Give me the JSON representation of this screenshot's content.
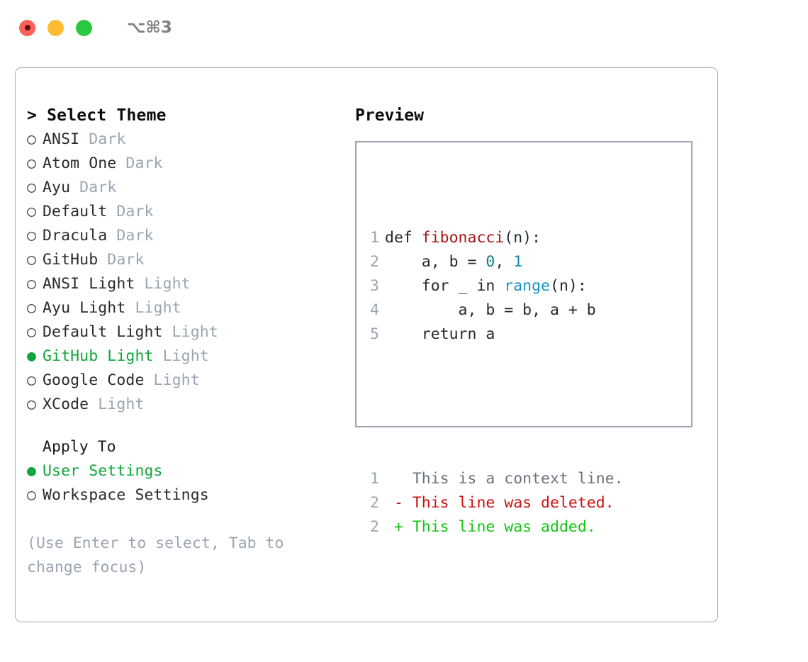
{
  "window": {
    "traffic_lights": [
      "close",
      "minimize",
      "maximize"
    ],
    "shortcut": "⌥⌘3"
  },
  "theme_picker": {
    "title": "> Select Theme",
    "options": [
      {
        "bullet": "○",
        "name": "ANSI",
        "tag": "Dark",
        "selected": false
      },
      {
        "bullet": "○",
        "name": "Atom One",
        "tag": "Dark",
        "selected": false
      },
      {
        "bullet": "○",
        "name": "Ayu",
        "tag": "Dark",
        "selected": false
      },
      {
        "bullet": "○",
        "name": "Default",
        "tag": "Dark",
        "selected": false
      },
      {
        "bullet": "○",
        "name": "Dracula",
        "tag": "Dark",
        "selected": false
      },
      {
        "bullet": "○",
        "name": "GitHub",
        "tag": "Dark",
        "selected": false
      },
      {
        "bullet": "○",
        "name": "ANSI Light",
        "tag": "Light",
        "selected": false
      },
      {
        "bullet": "○",
        "name": "Ayu Light",
        "tag": "Light",
        "selected": false
      },
      {
        "bullet": "○",
        "name": "Default Light",
        "tag": "Light",
        "selected": false
      },
      {
        "bullet": "●",
        "name": "GitHub Light",
        "tag": "Light",
        "selected": true
      },
      {
        "bullet": "○",
        "name": "Google Code",
        "tag": "Light",
        "selected": false
      },
      {
        "bullet": "○",
        "name": "XCode",
        "tag": "Light",
        "selected": false
      }
    ]
  },
  "apply_to": {
    "title": "Apply To",
    "options": [
      {
        "bullet": "●",
        "name": "User Settings",
        "selected": true
      },
      {
        "bullet": "○",
        "name": "Workspace Settings",
        "selected": false
      }
    ]
  },
  "hint": "(Use Enter to select, Tab to change focus)",
  "preview": {
    "title": "Preview",
    "code_lines": [
      {
        "ln": "1",
        "tokens": [
          {
            "t": "def ",
            "c": "plain"
          },
          {
            "t": "fibonacci",
            "c": "func"
          },
          {
            "t": "(n):",
            "c": "plain"
          }
        ]
      },
      {
        "ln": "2",
        "tokens": [
          {
            "t": "    a, b = ",
            "c": "plain"
          },
          {
            "t": "0",
            "c": "num"
          },
          {
            "t": ", ",
            "c": "plain"
          },
          {
            "t": "1",
            "c": "num2"
          }
        ]
      },
      {
        "ln": "3",
        "tokens": [
          {
            "t": "    for _ in ",
            "c": "plain"
          },
          {
            "t": "range",
            "c": "builtin"
          },
          {
            "t": "(n):",
            "c": "plain"
          }
        ]
      },
      {
        "ln": "4",
        "tokens": [
          {
            "t": "        a, b = b, a + b",
            "c": "plain"
          }
        ]
      },
      {
        "ln": "5",
        "tokens": [
          {
            "t": "    return a",
            "c": "plain"
          }
        ]
      }
    ],
    "diff_lines": [
      {
        "ln": "1",
        "marker": "  ",
        "text": "This is a context line.",
        "kind": "ctx"
      },
      {
        "ln": "2",
        "marker": "- ",
        "text": "This line was deleted.",
        "kind": "del"
      },
      {
        "ln": "2",
        "marker": "+ ",
        "text": "This line was added.",
        "kind": "add"
      }
    ]
  },
  "colors": {
    "accent_green": "#10a63a",
    "muted": "#9aa5b1",
    "border": "#a3aebc",
    "diff_delete": "#cc1111",
    "diff_add": "#14c414",
    "func_red": "#a81414",
    "builtin_blue": "#1491c8"
  }
}
